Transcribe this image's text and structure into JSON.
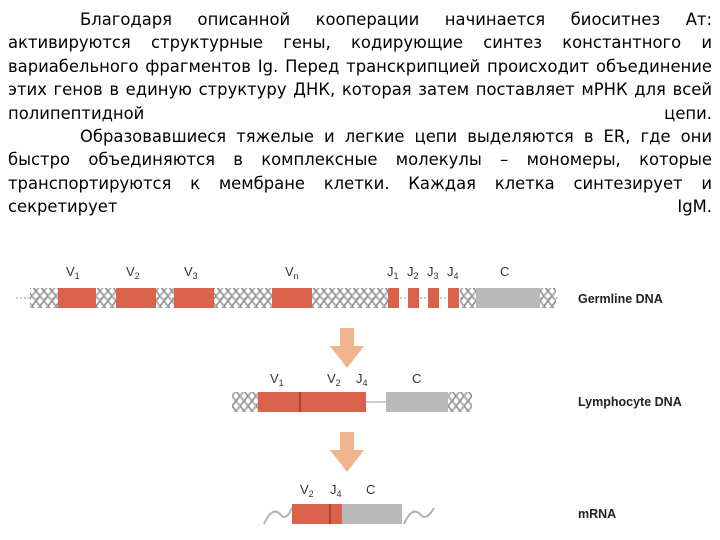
{
  "text": {
    "paragraph1": "Благодаря описанной кооперации начинается биоситнез Ат: активируются структурные гены, кодирующие синтез константного и вариабельного фрагментов Ig. Перед транскрипцией происходит объединение этих генов в единую структуру ДНК, которая затем поставляет мРНК для всей полипептидной цепи.",
    "paragraph2": "Образовавшиеся тяжелые и легкие цепи выделяются в ER, где они быстро объединяются в комплексные молекулы – мономеры, которые транспортируются к мембране клетки. Каждая клетка синтезирует и секретирует IgM."
  },
  "figure": {
    "germline": {
      "label": "Germline DNA",
      "segments": [
        "V",
        "V",
        "V",
        "V",
        "J",
        "J",
        "J",
        "J",
        "C"
      ],
      "subs": [
        "1",
        "2",
        "3",
        "n",
        "1",
        "2",
        "3",
        "4",
        ""
      ]
    },
    "lymphocyte": {
      "label": "Lymphocyte DNA",
      "segments": [
        "V",
        "V",
        "J",
        "C"
      ],
      "subs": [
        "1",
        "2",
        "4",
        ""
      ]
    },
    "mrna": {
      "label": "mRNA",
      "segments": [
        "V",
        "J",
        "C"
      ],
      "subs": [
        "2",
        "4",
        ""
      ]
    },
    "colors": {
      "variable": "#d9634a",
      "constant": "#b9b9b9",
      "arrow": "#f0b48e",
      "helix": "#a8a8a8"
    }
  }
}
